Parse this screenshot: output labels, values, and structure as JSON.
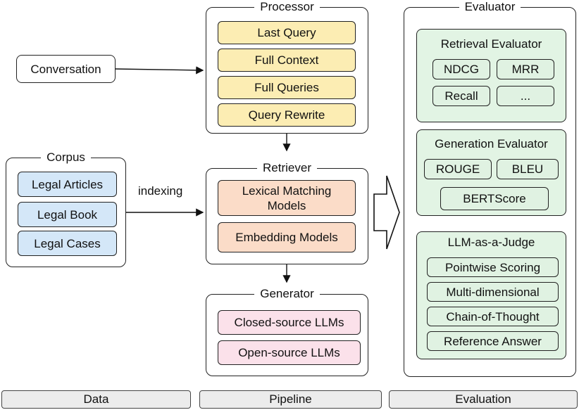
{
  "conversation": "Conversation",
  "corpus": {
    "title": "Corpus",
    "items": [
      "Legal Articles",
      "Legal Book",
      "Legal Cases"
    ]
  },
  "indexing_label": "indexing",
  "processor": {
    "title": "Processor",
    "items": [
      "Last Query",
      "Full Context",
      "Full Queries",
      "Query Rewrite"
    ]
  },
  "retriever": {
    "title": "Retriever",
    "items": [
      "Lexical Matching Models",
      "Embedding Models"
    ]
  },
  "generator": {
    "title": "Generator",
    "items": [
      "Closed-source LLMs",
      "Open-source LLMs"
    ]
  },
  "evaluator": {
    "title": "Evaluator",
    "retrieval": {
      "title": "Retrieval Evaluator",
      "items": [
        "NDCG",
        "MRR",
        "Recall",
        "..."
      ]
    },
    "generation": {
      "title": "Generation Evaluator",
      "items": [
        "ROUGE",
        "BLEU",
        "BERTScore"
      ]
    },
    "llm_judge": {
      "title": "LLM-as-a-Judge",
      "items": [
        "Pointwise Scoring",
        "Multi-dimensional",
        "Chain-of-Thought",
        "Reference Answer"
      ]
    }
  },
  "footer": [
    "Data",
    "Pipeline",
    "Evaluation"
  ]
}
